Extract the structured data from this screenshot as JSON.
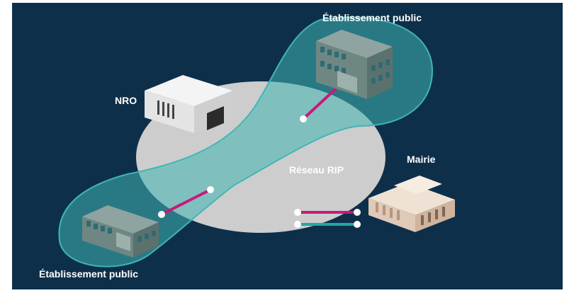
{
  "labels": {
    "etablissement_top": "Établissement public",
    "etablissement_bottom": "Établissement public",
    "nro": "NRO",
    "reseau": "Réseau RIP",
    "mairie": "Mairie"
  },
  "colors": {
    "background": "#0e2f4a",
    "network_zone": "#cdcdcd",
    "coverage_zone": "#3fb6b5",
    "link_magenta": "#c8197a",
    "link_teal": "#25a6a6",
    "node": "#ffffff"
  },
  "icons": {
    "nro": "data-center-building",
    "etablissement": "public-building",
    "mairie": "town-hall"
  }
}
